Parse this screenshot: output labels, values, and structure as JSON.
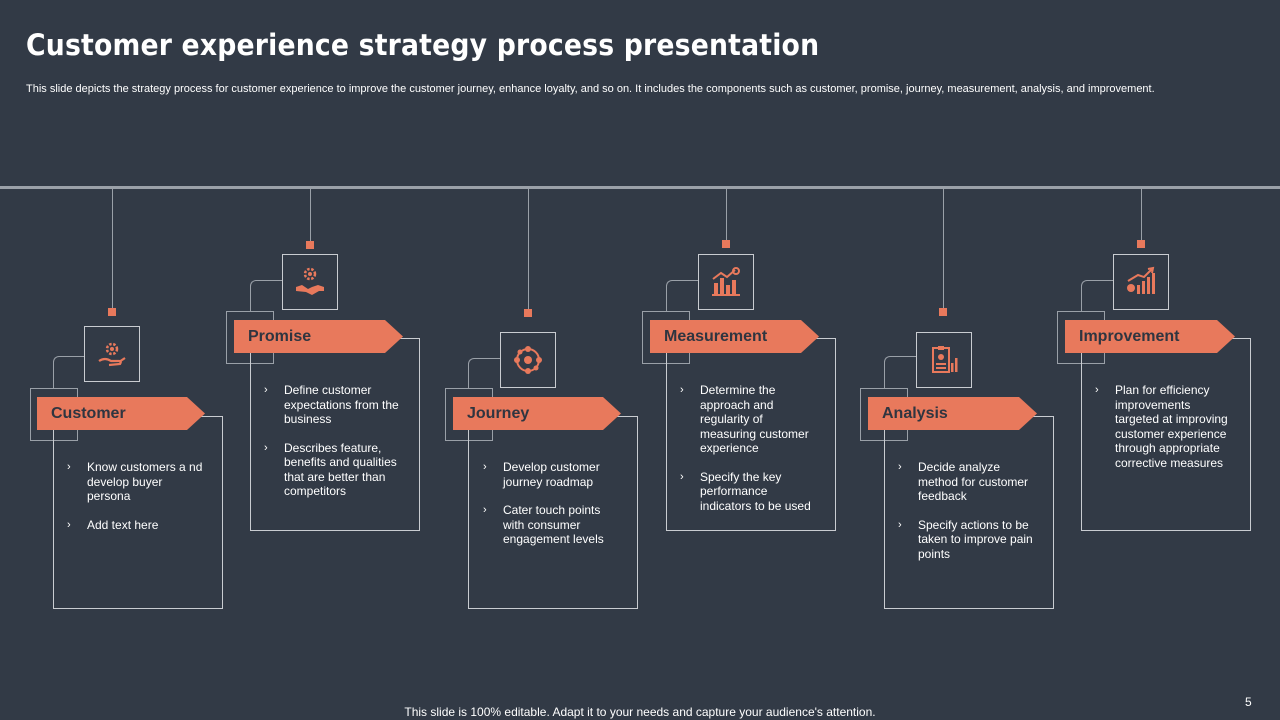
{
  "header": {
    "title": "Customer experience strategy process presentation",
    "subtitle": "This slide depicts the strategy process for customer experience to improve the customer journey, enhance loyalty,  and so on. It includes the components such as customer, promise, journey, measurement, analysis, and improvement."
  },
  "steps": [
    {
      "label": "Customer",
      "icon": "hand-gear-icon",
      "bullets": [
        "Know customers a nd develop buyer persona",
        "Add text here"
      ]
    },
    {
      "label": "Promise",
      "icon": "handshake-award-icon",
      "bullets": [
        "Define customer expectations from the business",
        "Describes feature, benefits and qualities that are better than competitors"
      ]
    },
    {
      "label": "Journey",
      "icon": "customer-network-icon",
      "bullets": [
        "Develop customer journey roadmap",
        "Cater touch points with consumer engagement levels"
      ]
    },
    {
      "label": "Measurement",
      "icon": "bar-chart-icon",
      "bullets": [
        "Determine the approach and regularity of measuring customer experience",
        "Specify the key performance indicators to be used"
      ]
    },
    {
      "label": "Analysis",
      "icon": "report-chart-icon",
      "bullets": [
        "Decide analyze method for customer feedback",
        "Specify actions to be taken to improve pain points"
      ]
    },
    {
      "label": "Improvement",
      "icon": "growth-chart-icon",
      "bullets": [
        "Plan for efficiency improvements targeted at improving customer experience through appropriate corrective measures"
      ]
    }
  ],
  "footer": {
    "note": "This slide is 100% editable. Adapt it to your needs and capture your audience's attention.",
    "page_number": "5"
  },
  "colors": {
    "background": "#323a46",
    "accent": "#e8795c",
    "line": "#9aa0a8"
  }
}
